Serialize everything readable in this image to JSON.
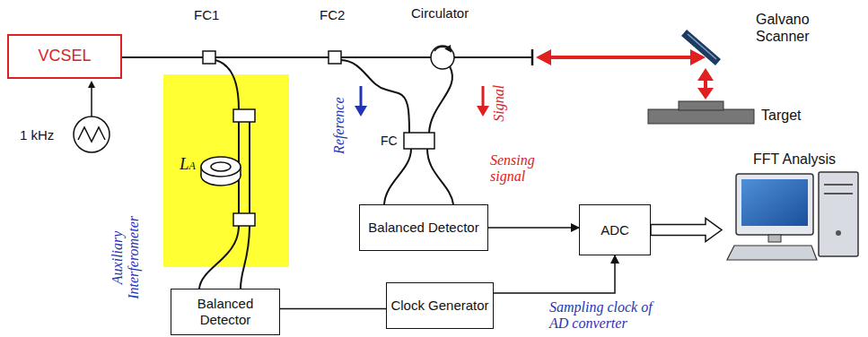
{
  "diagram": {
    "nodes": [
      {
        "text": [
          "VCSEL"
        ]
      },
      {
        "text": [
          "FFT Analysis"
        ]
      },
      {
        "text": [
          "Balanced Detector"
        ]
      },
      {
        "text": [
          "ADC"
        ]
      },
      {
        "text": [
          "Balanced Detector"
        ]
      },
      {
        "text": [
          "Clock Generator"
        ]
      }
    ],
    "edges": [
      {
        "from": 2,
        "to": 3,
        "arrow": "to",
        "label": "Sensing signal"
      },
      {
        "from": 3,
        "to": 1,
        "arrow": "to"
      },
      {
        "from": 4,
        "to": 5,
        "arrow": "none"
      },
      {
        "from": 5,
        "to": 3,
        "arrow": "to",
        "label": "Sampling clock of AD converter"
      }
    ],
    "labels": [
      "FC1",
      "FC2",
      "Circulator",
      "1 kHz",
      "Galvano Scanner",
      "Target",
      "LA",
      "Auxiliary Interferometer",
      "Reference",
      "Signal",
      "FC"
    ]
  }
}
